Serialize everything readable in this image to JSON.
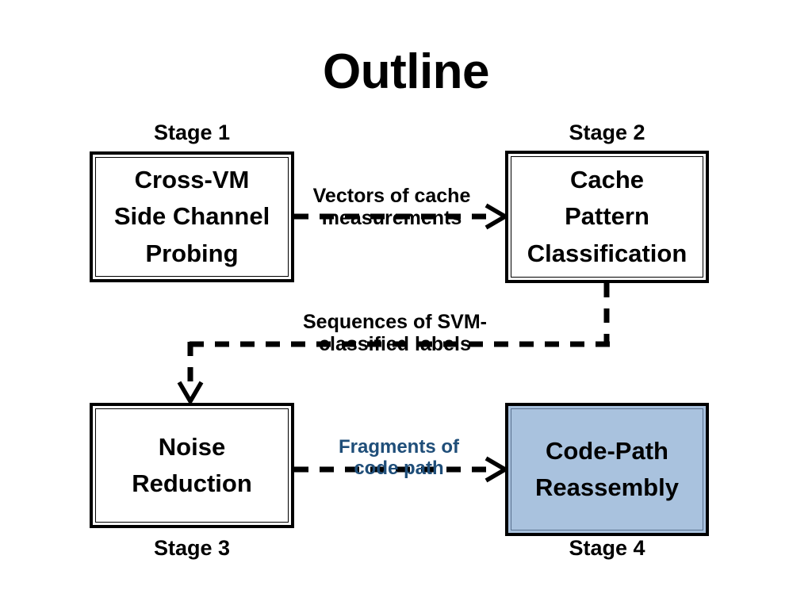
{
  "slide": {
    "title": "Outline",
    "background_color": "#ffffff"
  },
  "diagram": {
    "type": "flow-diagram",
    "accent_fill": "#a9c2de",
    "link_label_accent_color": "#1f4e79",
    "stages": [
      {
        "id": "stage1",
        "caption": "Stage 1",
        "label": "Cross-VM\nSide Channel\nProbing",
        "highlighted": false
      },
      {
        "id": "stage2",
        "caption": "Stage 2",
        "label": "Cache\nPattern\nClassification",
        "highlighted": false
      },
      {
        "id": "stage3",
        "caption": "Stage 3",
        "label": "Noise\nReduction",
        "highlighted": false
      },
      {
        "id": "stage4",
        "caption": "Stage 4",
        "label": "Code-Path\nReassembly",
        "highlighted": true
      }
    ],
    "connectors": [
      {
        "id": "stage1-to-stage2",
        "from": "stage1",
        "to": "stage2",
        "style": "dashed-arrow",
        "label": "Vectors of cache\nmeasurements"
      },
      {
        "id": "stage2-to-stage3",
        "from": "stage2",
        "to": "stage3",
        "style": "dashed-arrow",
        "label": "Sequences of SVM-\nclassified labels"
      },
      {
        "id": "stage3-to-stage4",
        "from": "stage3",
        "to": "stage4",
        "style": "dashed-arrow",
        "label": "Fragments of\ncode path"
      }
    ]
  }
}
